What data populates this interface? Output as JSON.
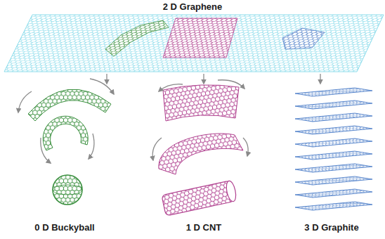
{
  "diagram": {
    "title": "2 D Graphene",
    "labels": [
      "0 D Buckyball",
      "1 D CNT",
      "3 D Graphite"
    ]
  }
}
